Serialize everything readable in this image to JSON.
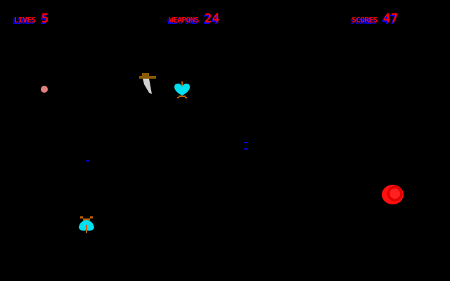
{
  "hud": {
    "lives_label": "LIVES",
    "lives_value": "5",
    "weapons_label": "WEAPONS",
    "weapons_value": "24",
    "score_label": "SCORES",
    "score_value": "47"
  },
  "colors": {
    "text": "#ff0000",
    "shadow": "#0000ff",
    "cyan": "#00e0f0",
    "enemy": "#e00000"
  }
}
